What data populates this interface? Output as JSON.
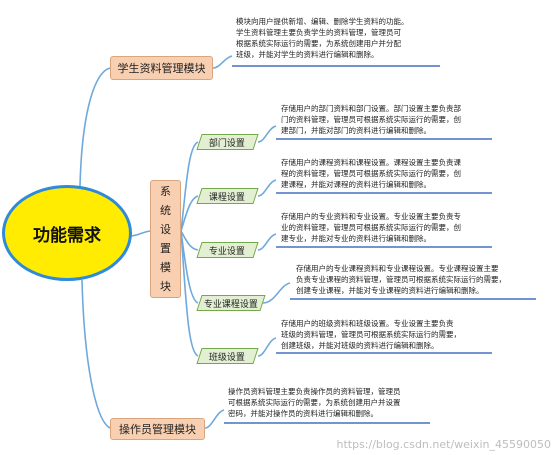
{
  "root": {
    "label": "功能需求"
  },
  "student_module": {
    "label": "学生资料管理模块",
    "desc": "模块向用户提供新增、编辑、删除学生资料的功能。\n学生资料管理主要负责学生的资料管理，管理员可\n根据系统实际运行的需要，为系统创建用户并分配\n班级，并能对学生的资料进行编辑和删除。"
  },
  "system_settings": {
    "chars": [
      "系",
      "统",
      "设",
      "置",
      "模",
      "块"
    ],
    "children": [
      {
        "label": "部门设置",
        "desc": "存储用户的部门资料和部门设置。部门设置主要负责部\n门的资料管理，管理员可根据系统实际运行的需要，创\n建部门，并能对部门的资料进行编辑和删除。"
      },
      {
        "label": "课程设置",
        "desc": "存储用户的课程资料和课程设置。课程设置主要负责课\n程的资料管理，管理员可根据系统实际运行的需要，创\n建课程，并能对课程的资料进行编辑和删除。"
      },
      {
        "label": "专业设置",
        "desc": "存储用户的专业资料和专业设置。专业设置主要负责专\n业的资料管理，管理员可根据系统实际运行的需要，创\n建专业，并能对专业的资料进行编辑和删除。"
      },
      {
        "label": "专业课程设置",
        "desc": "存储用户的专业课程资料和专业课程设置。专业课程设置主要\n负责专业课程的资料管理，管理员可根据系统实际运行的需要，\n创建专业课程，并能对专业课程的资料进行编辑和删除。"
      },
      {
        "label": "班级设置",
        "desc": "存储用户的班级资料和班级设置。专业设置主要负责\n班级的资料管理，管理员可根据系统实际运行的需要，\n创建班级，并能对班级的资料进行编辑和删除。"
      }
    ]
  },
  "operator_module": {
    "label": "操作员管理模块",
    "desc": "操作员资料管理主要负责操作员的资料管理，管理员\n可根据系统实际运行的需要，为系统创建用户并设置\n密码，并能对操作员的资料进行编辑和删除。"
  },
  "watermark": "https://blog.csdn.net/weixin_45590050",
  "colors": {
    "connector": "#6fa9dc",
    "underline": "#4472c4",
    "orange": "#f8cfb0",
    "green": "#e3efd3",
    "root_fill": "#ffec00",
    "root_border": "#2f8ad8"
  }
}
